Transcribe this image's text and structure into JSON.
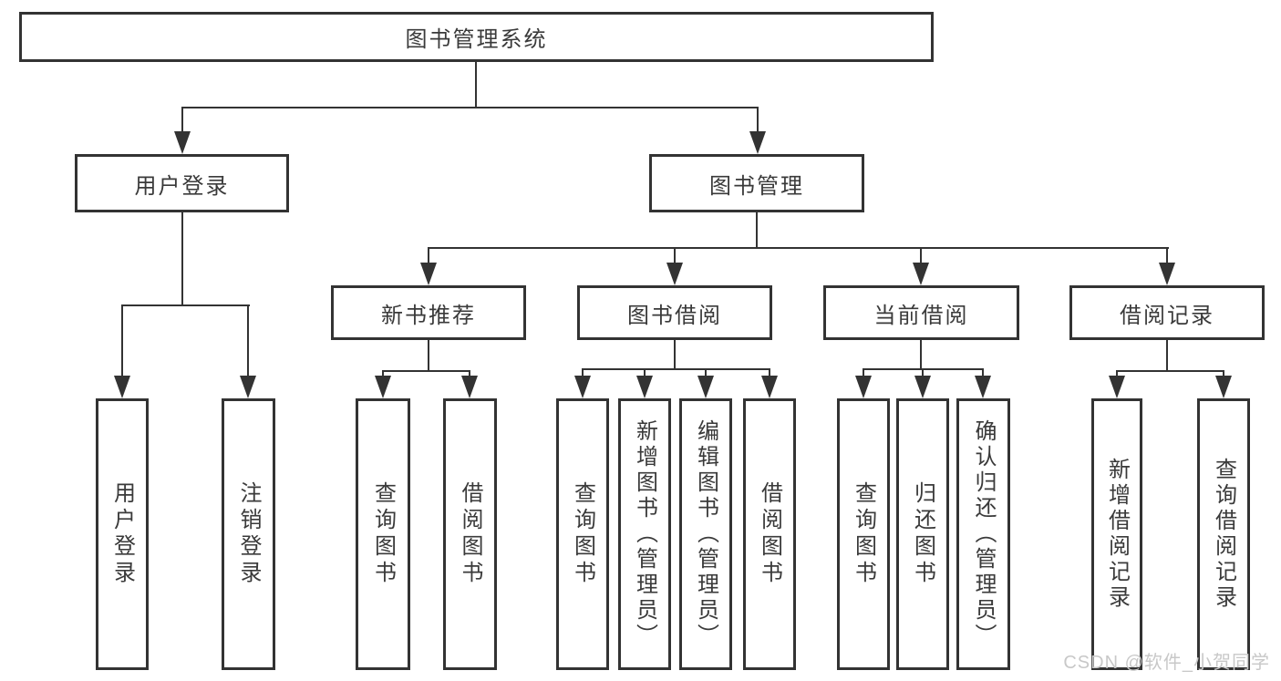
{
  "colors": {
    "line": "#333333",
    "box_border": "#333333",
    "text": "#3a3a3a",
    "watermark_text": "#c8c8c8",
    "background": "#ffffff"
  },
  "tree": {
    "root": "图书管理系统",
    "branches": [
      {
        "label": "用户登录",
        "children": [
          "用户登录",
          "注销登录"
        ]
      },
      {
        "label": "图书管理",
        "sections": [
          {
            "label": "新书推荐",
            "children": [
              "查询图书",
              "借阅图书"
            ]
          },
          {
            "label": "图书借阅",
            "children": [
              "查询图书",
              "新增图书（管理员）",
              "编辑图书（管理员）",
              "借阅图书"
            ]
          },
          {
            "label": "当前借阅",
            "children": [
              "查询图书",
              "归还图书",
              "确认归还（管理员）"
            ]
          },
          {
            "label": "借阅记录",
            "children": [
              "新增借阅记录",
              "查询借阅记录"
            ]
          }
        ]
      }
    ]
  },
  "watermark": "CSDN @软件_小贺同学"
}
